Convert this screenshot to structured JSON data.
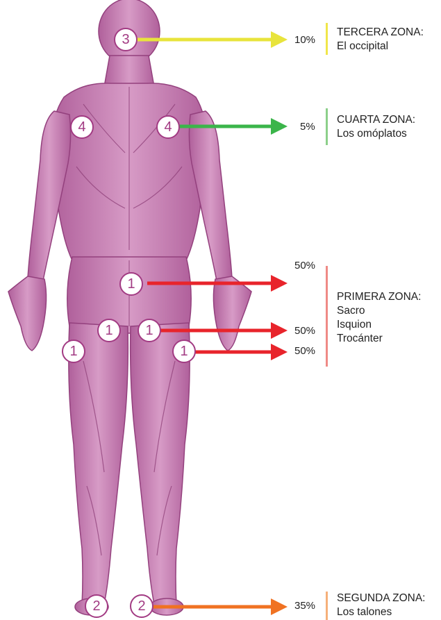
{
  "colors": {
    "body": "#c97fb3",
    "muscle_shadow": "#9c4a86",
    "marker_border": "#a23b83",
    "arrow_yellow": "#e8e43c",
    "arrow_green": "#3bb54a",
    "arrow_red": "#e8242b",
    "arrow_orange": "#f07222",
    "bar_yellow": "#f0e64a",
    "bar_green": "#8ccf8a",
    "bar_red": "#ef8a86",
    "bar_orange": "#f6b07a"
  },
  "markers": {
    "occipital": "3",
    "shoulder_left": "4",
    "shoulder_right": "4",
    "sacrum": "1",
    "ischium_left": "1",
    "ischium_right": "1",
    "trochanter_left": "1",
    "trochanter_right": "1",
    "heel_left": "2",
    "heel_right": "2"
  },
  "percentages": {
    "third": "10%",
    "fourth": "5%",
    "sacrum": "50%",
    "ischium": "50%",
    "trochanter": "50%",
    "second": "35%"
  },
  "zones": {
    "third": {
      "title": "TERCERA ZONA:",
      "lines": [
        "El occipital"
      ]
    },
    "fourth": {
      "title": "CUARTA ZONA:",
      "lines": [
        "Los omóplatos"
      ]
    },
    "first": {
      "title": "PRIMERA ZONA:",
      "lines": [
        "Sacro",
        "Isquion",
        "Trocánter"
      ]
    },
    "second": {
      "title": "SEGUNDA ZONA:",
      "lines": [
        "Los talones"
      ]
    }
  }
}
